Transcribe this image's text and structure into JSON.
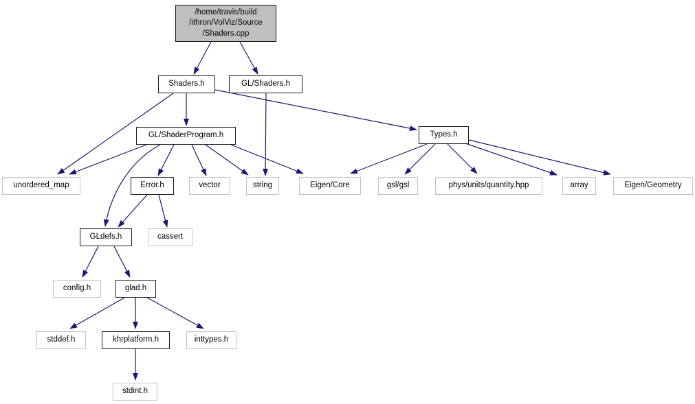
{
  "diagram": {
    "kind": "include-dependency-graph",
    "edge_color": "#191970",
    "root_fill": "#bfbfbf",
    "documented_border": "#1a1a1a",
    "external_border": "#c0c0c0"
  },
  "nodes": {
    "shaders_cpp": {
      "label": "/home/travis/build\n/ithron/VolViz/Source\n/Shaders.cpp",
      "type": "root"
    },
    "shaders_h": {
      "label": "Shaders.h",
      "type": "documented"
    },
    "gl_shaders_h": {
      "label": "GL/Shaders.h",
      "type": "documented"
    },
    "gl_shaderprogram_h": {
      "label": "GL/ShaderProgram.h",
      "type": "documented"
    },
    "types_h": {
      "label": "Types.h",
      "type": "documented"
    },
    "unordered_map": {
      "label": "unordered_map",
      "type": "external"
    },
    "error_h": {
      "label": "Error.h",
      "type": "documented"
    },
    "vector": {
      "label": "vector",
      "type": "external"
    },
    "string": {
      "label": "string",
      "type": "external"
    },
    "eigen_core": {
      "label": "Eigen/Core",
      "type": "external"
    },
    "gsl_gsl": {
      "label": "gsl/gsl",
      "type": "external"
    },
    "phys_units": {
      "label": "phys/units/quantity.hpp",
      "type": "external"
    },
    "array": {
      "label": "array",
      "type": "external"
    },
    "eigen_geometry": {
      "label": "Eigen/Geometry",
      "type": "external"
    },
    "gldefs_h": {
      "label": "GLdefs.h",
      "type": "documented"
    },
    "cassert": {
      "label": "cassert",
      "type": "external"
    },
    "config_h": {
      "label": "config.h",
      "type": "external"
    },
    "glad_h": {
      "label": "glad.h",
      "type": "documented"
    },
    "stddef_h": {
      "label": "stddef.h",
      "type": "external"
    },
    "khrplatform_h": {
      "label": "khrplatform.h",
      "type": "documented"
    },
    "inttypes_h": {
      "label": "inttypes.h",
      "type": "external"
    },
    "stdint_h": {
      "label": "stdint.h",
      "type": "external"
    }
  },
  "edges": [
    {
      "from": "/home/travis/build/ithron/VolViz/Source/Shaders.cpp",
      "to": "Shaders.h"
    },
    {
      "from": "/home/travis/build/ithron/VolViz/Source/Shaders.cpp",
      "to": "GL/Shaders.h"
    },
    {
      "from": "Shaders.h",
      "to": "unordered_map"
    },
    {
      "from": "Shaders.h",
      "to": "GL/ShaderProgram.h"
    },
    {
      "from": "Shaders.h",
      "to": "Types.h"
    },
    {
      "from": "GL/Shaders.h",
      "to": "string"
    },
    {
      "from": "GL/ShaderProgram.h",
      "to": "unordered_map"
    },
    {
      "from": "GL/ShaderProgram.h",
      "to": "GLdefs.h"
    },
    {
      "from": "GL/ShaderProgram.h",
      "to": "Error.h"
    },
    {
      "from": "GL/ShaderProgram.h",
      "to": "vector"
    },
    {
      "from": "GL/ShaderProgram.h",
      "to": "string"
    },
    {
      "from": "GL/ShaderProgram.h",
      "to": "Eigen/Core"
    },
    {
      "from": "Error.h",
      "to": "GLdefs.h"
    },
    {
      "from": "Error.h",
      "to": "cassert"
    },
    {
      "from": "Types.h",
      "to": "Eigen/Core"
    },
    {
      "from": "Types.h",
      "to": "gsl/gsl"
    },
    {
      "from": "Types.h",
      "to": "phys/units/quantity.hpp"
    },
    {
      "from": "Types.h",
      "to": "array"
    },
    {
      "from": "Types.h",
      "to": "Eigen/Geometry"
    },
    {
      "from": "GLdefs.h",
      "to": "config.h"
    },
    {
      "from": "GLdefs.h",
      "to": "glad.h"
    },
    {
      "from": "glad.h",
      "to": "stddef.h"
    },
    {
      "from": "glad.h",
      "to": "khrplatform.h"
    },
    {
      "from": "glad.h",
      "to": "inttypes.h"
    },
    {
      "from": "khrplatform.h",
      "to": "stdint.h"
    }
  ]
}
